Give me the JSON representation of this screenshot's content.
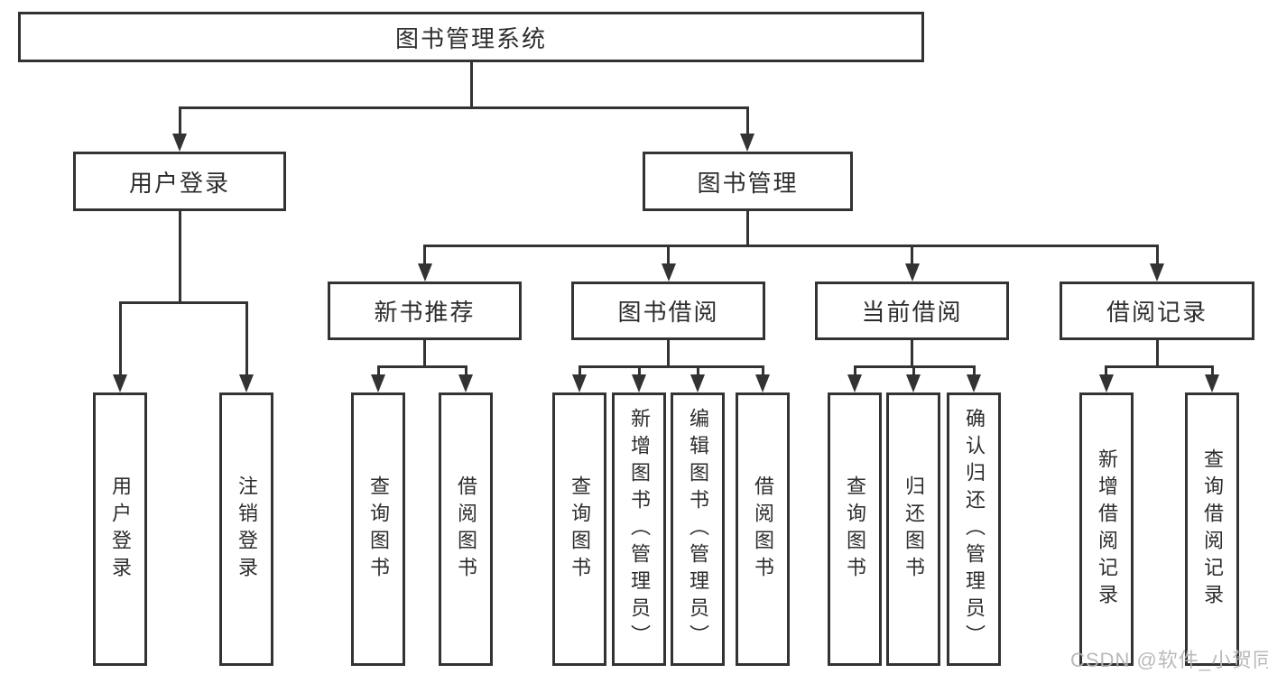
{
  "diagram": {
    "root": "图书管理系统",
    "user_login": {
      "label": "用户登录",
      "children": [
        "用户登录",
        "注销登录"
      ]
    },
    "book_mgmt": {
      "label": "图书管理",
      "sections": {
        "new_books": {
          "label": "新书推荐",
          "children": [
            "查询图书",
            "借阅图书"
          ]
        },
        "borrow": {
          "label": "图书借阅",
          "children": [
            "查询图书",
            "新增图书（管理员）",
            "编辑图书（管理员）",
            "借阅图书"
          ]
        },
        "current": {
          "label": "当前借阅",
          "children": [
            "查询图书",
            "归还图书",
            "确认归还（管理员）"
          ]
        },
        "records": {
          "label": "借阅记录",
          "children": [
            "新增借阅记录",
            "查询借阅记录"
          ]
        }
      }
    }
  },
  "watermark": "CSDN @软件_小贺同学"
}
